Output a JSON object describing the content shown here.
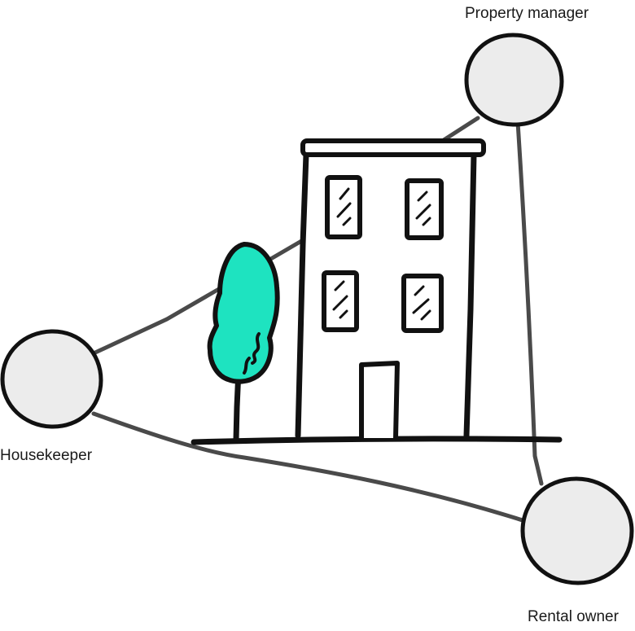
{
  "nodes": [
    {
      "id": "property-manager",
      "label": "Property manager"
    },
    {
      "id": "housekeeper",
      "label": "Housekeeper"
    },
    {
      "id": "rental-owner",
      "label": "Rental owner"
    }
  ],
  "colors": {
    "ink": "#111111",
    "connector": "#4a4a4a",
    "node_fill": "#ececec",
    "tree_fill": "#1ee3c0",
    "background": "#ffffff"
  },
  "icons": [
    "building-illustration",
    "tree-illustration"
  ]
}
